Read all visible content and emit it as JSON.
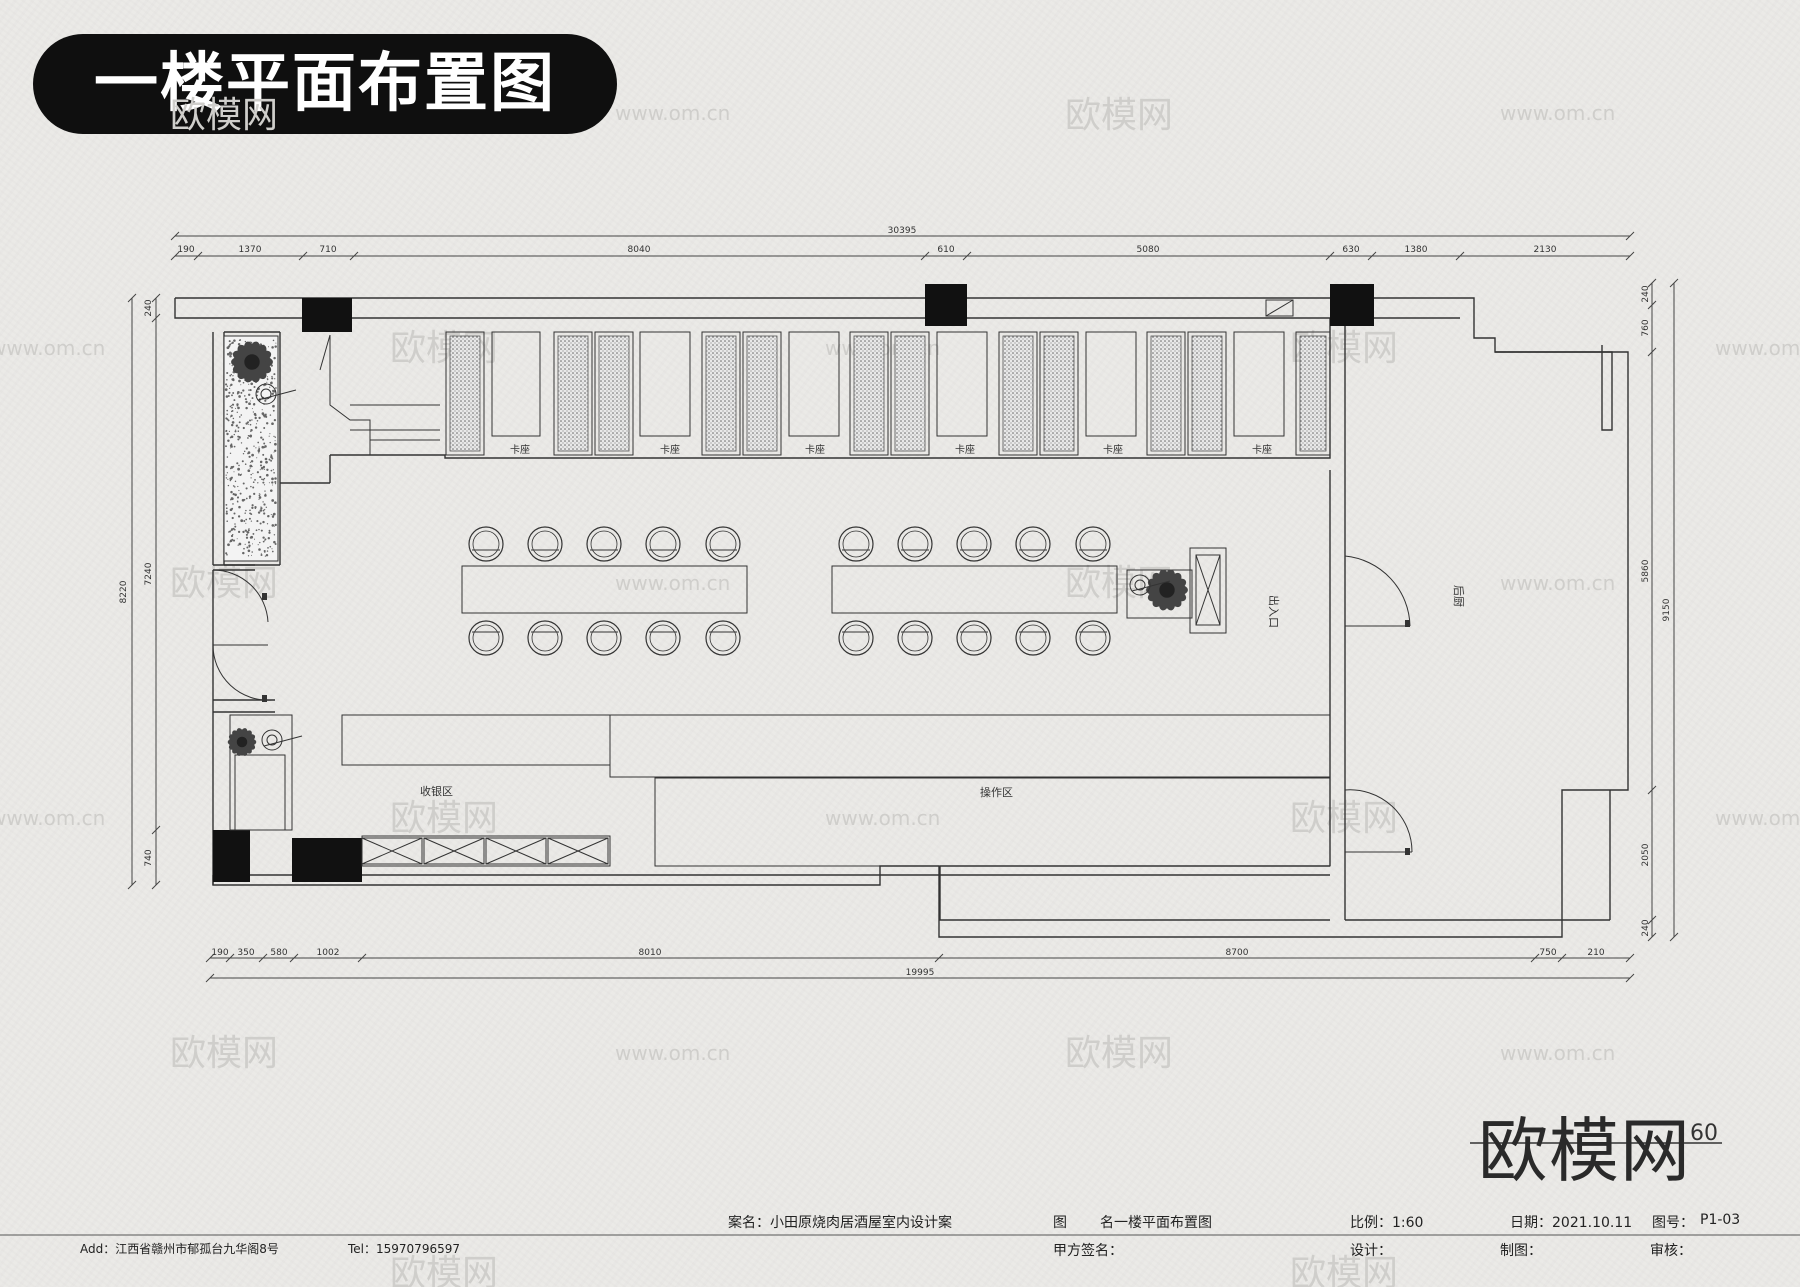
{
  "title": "一楼平面布置图",
  "dimensions": {
    "top_total": "30395",
    "top": [
      "190",
      "1370",
      "710",
      "8040",
      "610",
      "5080",
      "630",
      "1380",
      "2130"
    ],
    "bottom_total": "19995",
    "bottom": [
      "190",
      "350",
      "580",
      "1002",
      "8010",
      "8700",
      "750",
      "210"
    ],
    "left_total": "8220",
    "left": [
      "240",
      "7240",
      "740"
    ],
    "right_total": "9150",
    "right": [
      "240",
      "760",
      "5860",
      "2050",
      "240"
    ]
  },
  "rooms": {
    "booth": "卡座",
    "cashier": "收银区",
    "operation": "操作区",
    "entrance": "出入口",
    "kitchen": "后厨"
  },
  "watermark": {
    "brand": "欧模网",
    "url": "www.om.cn",
    "scale_partial": "60"
  },
  "footer": {
    "project": "案名：小田原烧肉居酒屋室内设计案",
    "drawing_label": "图",
    "drawing_name": "名一楼平面布置图",
    "scale": "比例：1:60",
    "date": "日期：2021.10.11",
    "drawing_no_label": "图号：",
    "drawing_no": "P1-03",
    "address": "Add：江西省赣州市郁孤台九华阁8号",
    "tel": "Tel：15970796597",
    "client_sign": "甲方签名：",
    "design": "设计：",
    "drafting": "制图：",
    "review": "审核："
  }
}
